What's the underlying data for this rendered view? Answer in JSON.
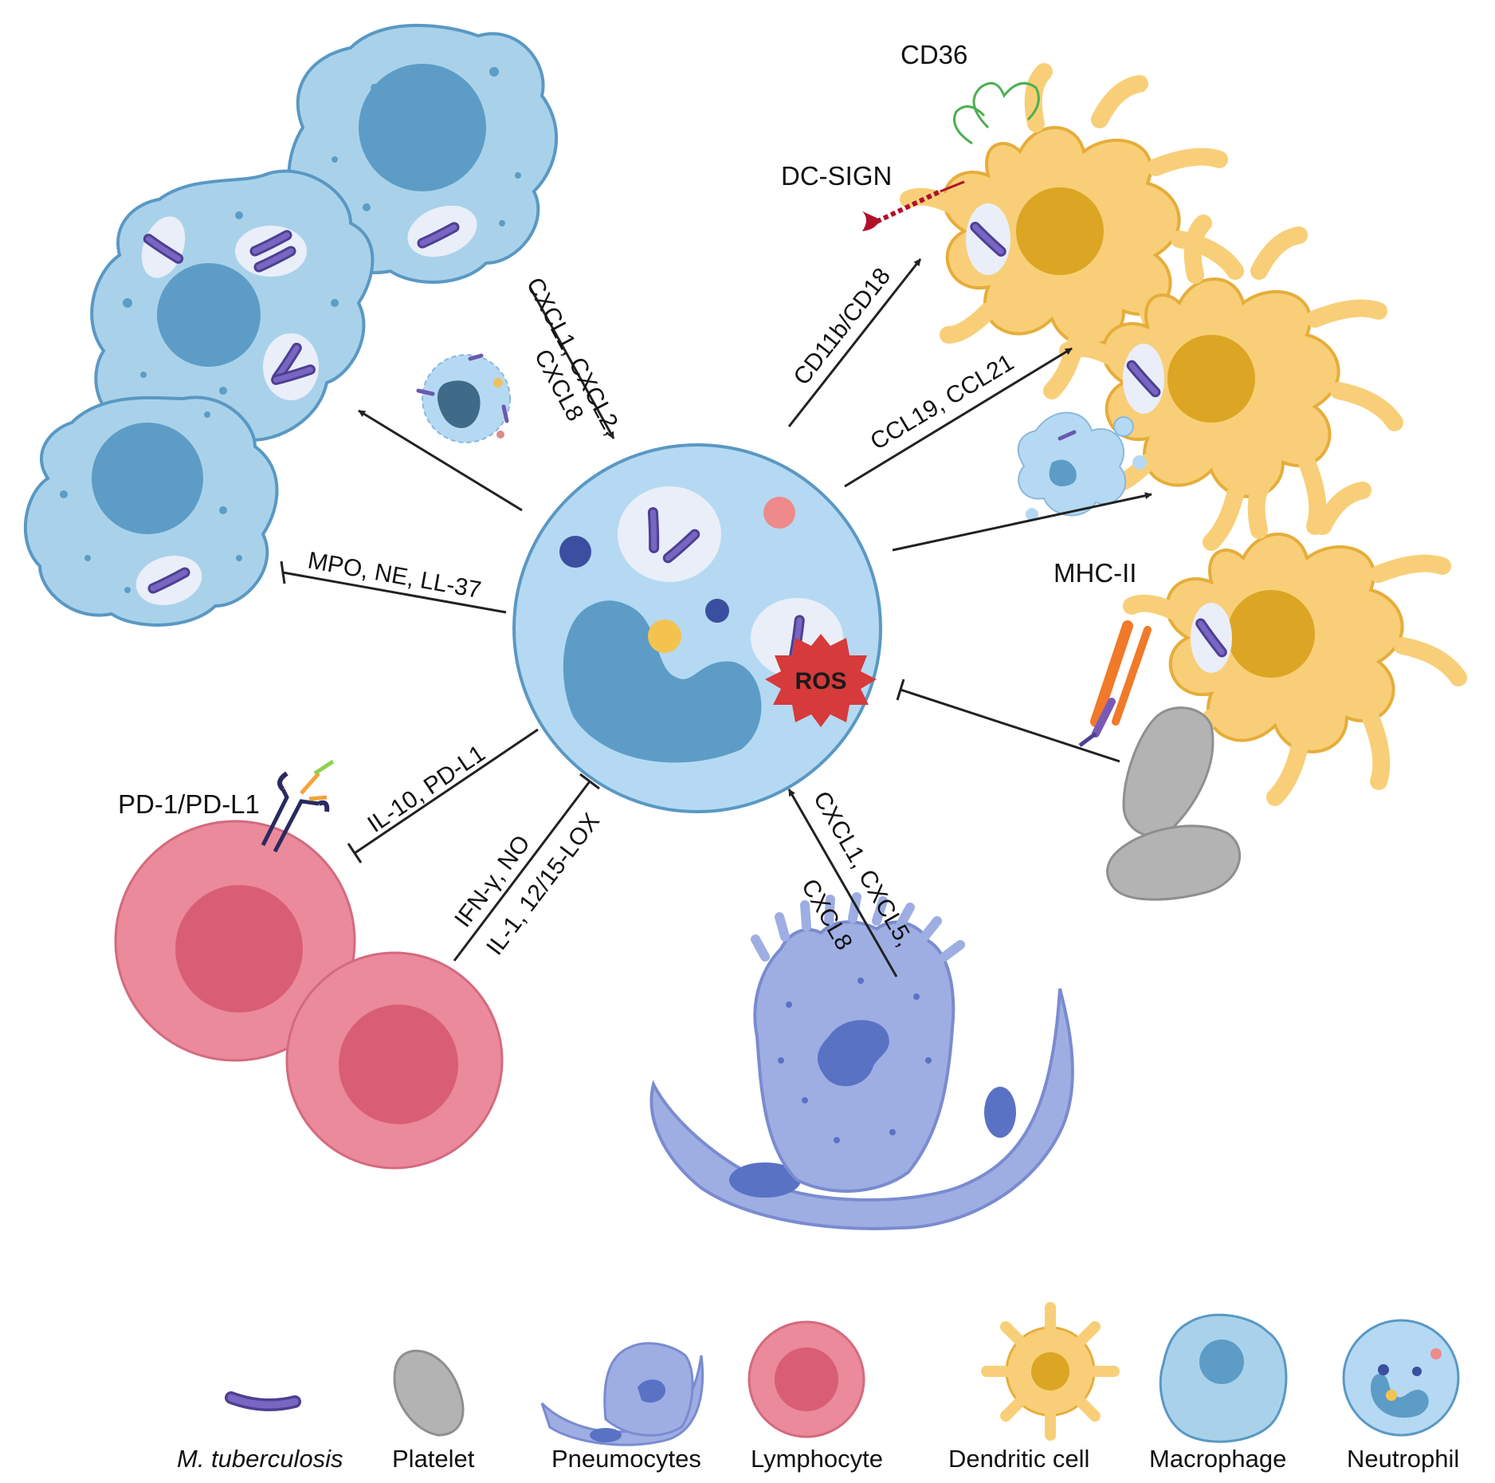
{
  "labels": {
    "cd36": "CD36",
    "dc_sign": "DC-SIGN",
    "mhc2": "MHC-II",
    "pd1": "PD-1/PD-L1",
    "ros": "ROS"
  },
  "edges": {
    "cxcl1_2": "CXCL1, CXCL2,",
    "cxcl8_top": "CXCL8",
    "cd11b": "CD11b/CD18",
    "ccl19": "CCL19, CCL21",
    "mpo": "MPO, NE, LL-37",
    "il10": "IL-10, PD-L1",
    "ifn": "IFN-γ, NO",
    "il1": "IL-1, 12/15-LOX",
    "cxcl1_5": "CXCL1, CXCL5,",
    "cxcl8_bottom": "CXCL8"
  },
  "legend": {
    "mtb": "M. tuberculosis",
    "platelet": "Platelet",
    "pneumocytes": "Pneumocytes",
    "lymphocyte": "Lymphocyte",
    "dendritic": "Dendritic cell",
    "macrophage": "Macrophage",
    "neutrophil": "Neutrophil"
  },
  "colors": {
    "macrophage": "#a9d2ea",
    "macrophage_nucleus": "#5d9cc6",
    "neutrophil": "#b5d9f2",
    "dendritic": "#f8cf78",
    "dendritic_nucleus": "#dca524",
    "lymphocyte": "#ea8a9a",
    "lymphocyte_nucleus": "#d95e75",
    "pneumocyte": "#9eaee3",
    "platelet": "#b3b3b3",
    "mtb": "#6a58b0"
  }
}
